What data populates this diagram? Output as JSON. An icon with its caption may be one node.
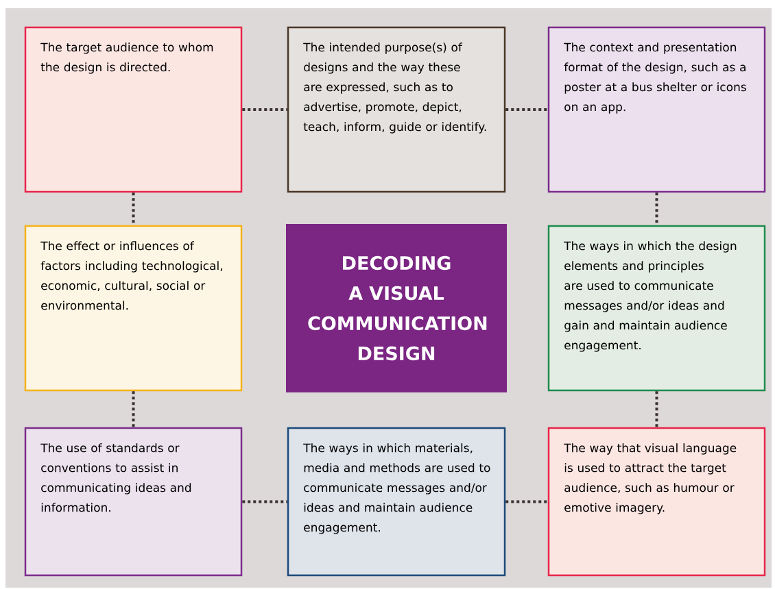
{
  "diagram": {
    "nodes": [
      {
        "text": [
          "The target audience to whom the design is directed."
        ]
      },
      {
        "text": [
          "The intended purpose(s) of designs and the way these are expressed, such as to advertise, promote, depict, teach, inform, guide or identify."
        ]
      },
      {
        "text": [
          "The context and presentation format of the design, such as a poster at a bus shelter or icons on an app."
        ]
      },
      {
        "text": [
          "The effect or influences of factors including technological, economic, cultural, social or environmental."
        ]
      },
      {
        "text": [
          "DECODING A VISUAL COMMUNICATION DESIGN"
        ]
      },
      {
        "text": [
          "The ways in which the design elements and principles are used to communicate messages and/or ideas and gain and maintain audience engagement."
        ]
      },
      {
        "text": [
          "The use of standards or conventions to assist in communicating ideas and information."
        ]
      },
      {
        "text": [
          "The ways in which materials, media and methods are used to communicate messages and/or ideas and maintain audience engagement."
        ]
      },
      {
        "text": [
          "The way that visual language is used to attract the target audience, such as humour or emotive imagery."
        ]
      }
    ],
    "edges": [
      {
        "from": 0,
        "to": 1,
        "arrow": "none"
      },
      {
        "from": 1,
        "to": 2,
        "arrow": "none"
      },
      {
        "from": 0,
        "to": 3,
        "arrow": "none"
      },
      {
        "from": 2,
        "to": 5,
        "arrow": "none"
      },
      {
        "from": 3,
        "to": 6,
        "arrow": "none"
      },
      {
        "from": 5,
        "to": 8,
        "arrow": "none"
      },
      {
        "from": 6,
        "to": 7,
        "arrow": "none"
      },
      {
        "from": 7,
        "to": 8,
        "arrow": "none"
      }
    ]
  }
}
